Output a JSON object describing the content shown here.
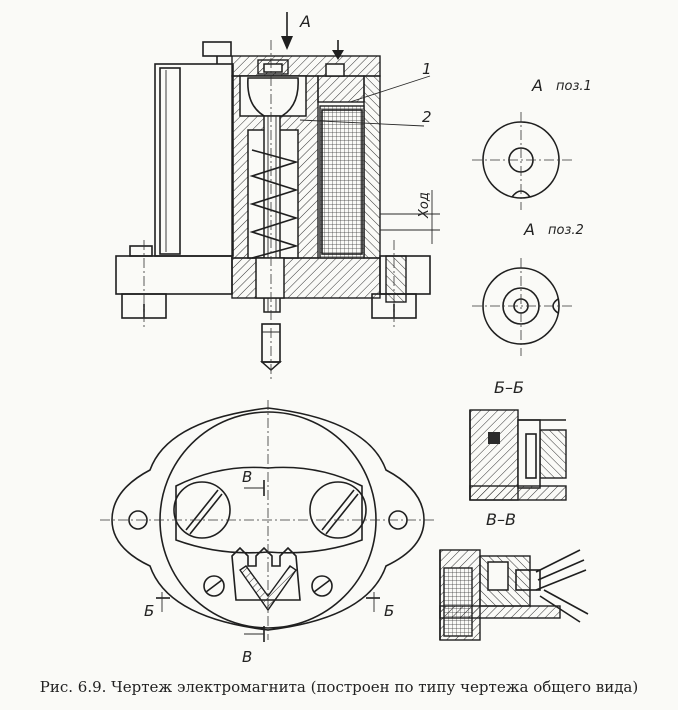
{
  "labels": {
    "view_a": "A",
    "view_a_pos1": "A",
    "pos1": "поз.1",
    "view_a_pos2": "A",
    "pos2": "поз.2",
    "part1": "1",
    "part2": "2",
    "stroke": "Ход",
    "section_bb": "Б–Б",
    "section_vv": "В–В",
    "cut_b_left": "Б",
    "cut_b_right": "Б",
    "cut_v_top": "В",
    "cut_v_bottom": "В"
  },
  "caption": "Рис. 6.9. Чертеж электромагнита (построен по типу чертежа общего вида)"
}
